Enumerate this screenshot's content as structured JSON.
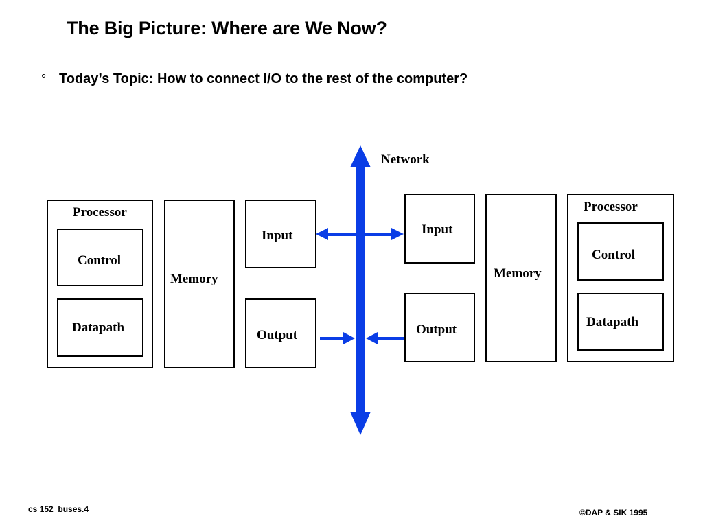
{
  "title": "The Big Picture: Where are We Now?",
  "bullet": {
    "mark": "°",
    "text": "Today’s Topic: How to connect I/O to the rest of the computer?"
  },
  "diagram": {
    "network_label": "Network",
    "left": {
      "processor": "Processor",
      "control": "Control",
      "datapath": "Datapath",
      "memory": "Memory",
      "input": "Input",
      "output": "Output"
    },
    "right": {
      "processor": "Processor",
      "control": "Control",
      "datapath": "Datapath",
      "memory": "Memory",
      "input": "Input",
      "output": "Output"
    },
    "colors": {
      "network": "#0a3de6",
      "outline": "#000000"
    }
  },
  "footer": {
    "left": "cs 152  buses.4",
    "right": "©DAP & SIK 1995"
  }
}
